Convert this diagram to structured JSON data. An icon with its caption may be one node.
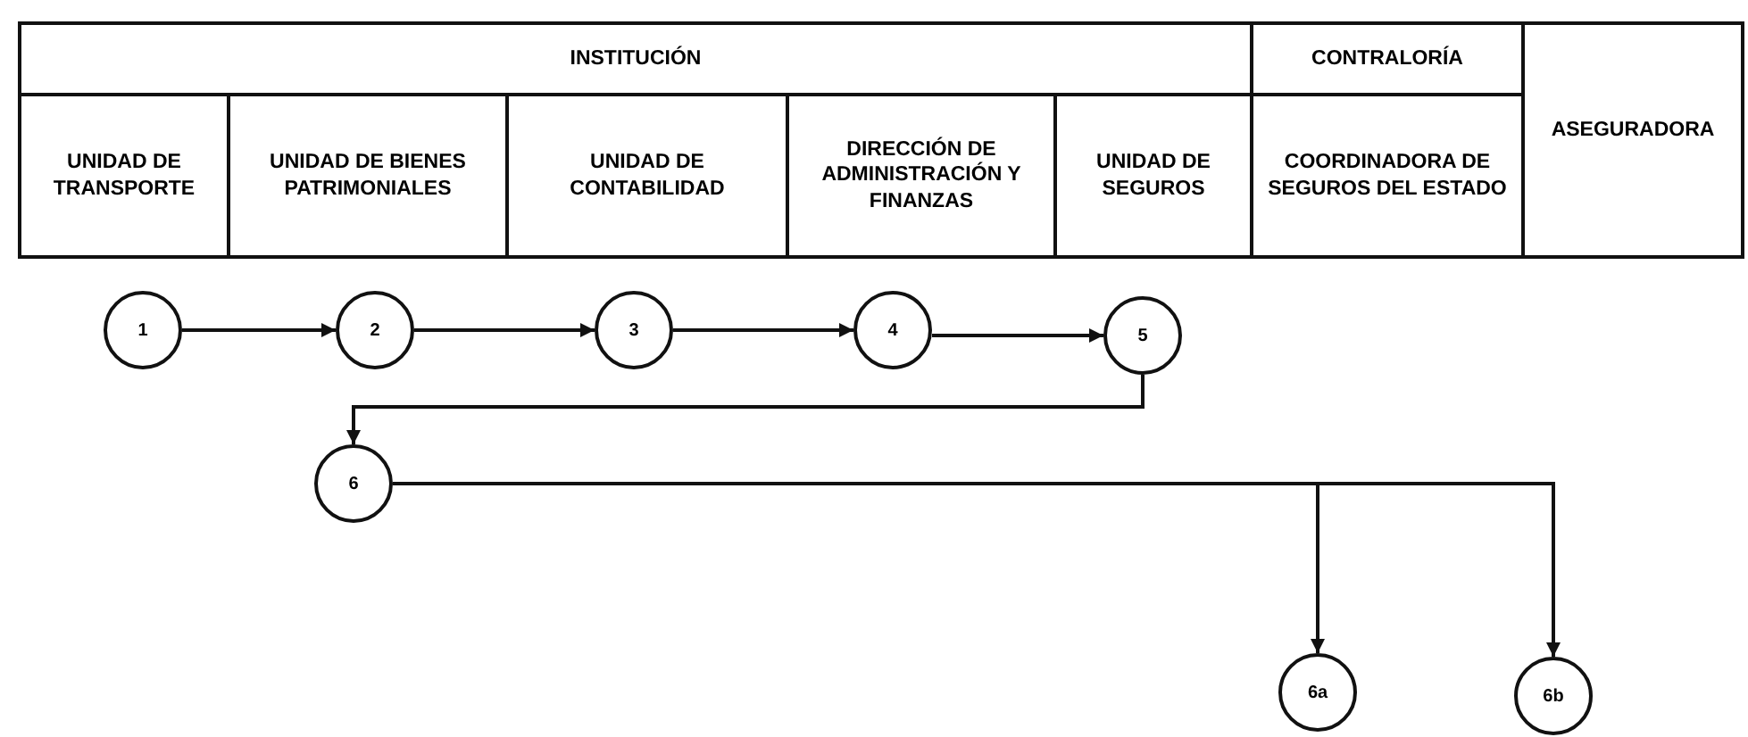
{
  "diagram": {
    "nodes": [
      {
        "text": [
          "INSTITUCIÓN"
        ]
      },
      {
        "text": [
          "CONTRALORÍA"
        ]
      },
      {
        "text": [
          "ASEGURADORA"
        ]
      },
      {
        "text": [
          "UNIDAD DE TRANSPORTE"
        ]
      },
      {
        "text": [
          "UNIDAD DE BIENES PATRIMONIALES"
        ]
      },
      {
        "text": [
          "UNIDAD DE CONTABILIDAD"
        ]
      },
      {
        "text": [
          "DIRECCIÓN DE ADMINISTRACIÓN Y FINANZAS"
        ]
      },
      {
        "text": [
          "UNIDAD DE SEGUROS"
        ]
      },
      {
        "text": [
          "COORDINADORA DE SEGUROS DEL ESTADO"
        ]
      },
      {
        "text": [
          "1"
        ]
      },
      {
        "text": [
          "2"
        ]
      },
      {
        "text": [
          "3"
        ]
      },
      {
        "text": [
          "4"
        ]
      },
      {
        "text": [
          "5"
        ]
      },
      {
        "text": [
          "6"
        ]
      },
      {
        "text": [
          "6a"
        ]
      },
      {
        "text": [
          "6b"
        ]
      }
    ],
    "edges": [
      {
        "from": 9,
        "to": 10,
        "arrow": "to"
      },
      {
        "from": 10,
        "to": 11,
        "arrow": "to"
      },
      {
        "from": 11,
        "to": 12,
        "arrow": "to"
      },
      {
        "from": 12,
        "to": 13,
        "arrow": "to"
      },
      {
        "from": 13,
        "to": 14,
        "arrow": "to"
      },
      {
        "from": 14,
        "to": 15,
        "arrow": "to"
      },
      {
        "from": 14,
        "to": 16,
        "arrow": "to"
      }
    ]
  }
}
